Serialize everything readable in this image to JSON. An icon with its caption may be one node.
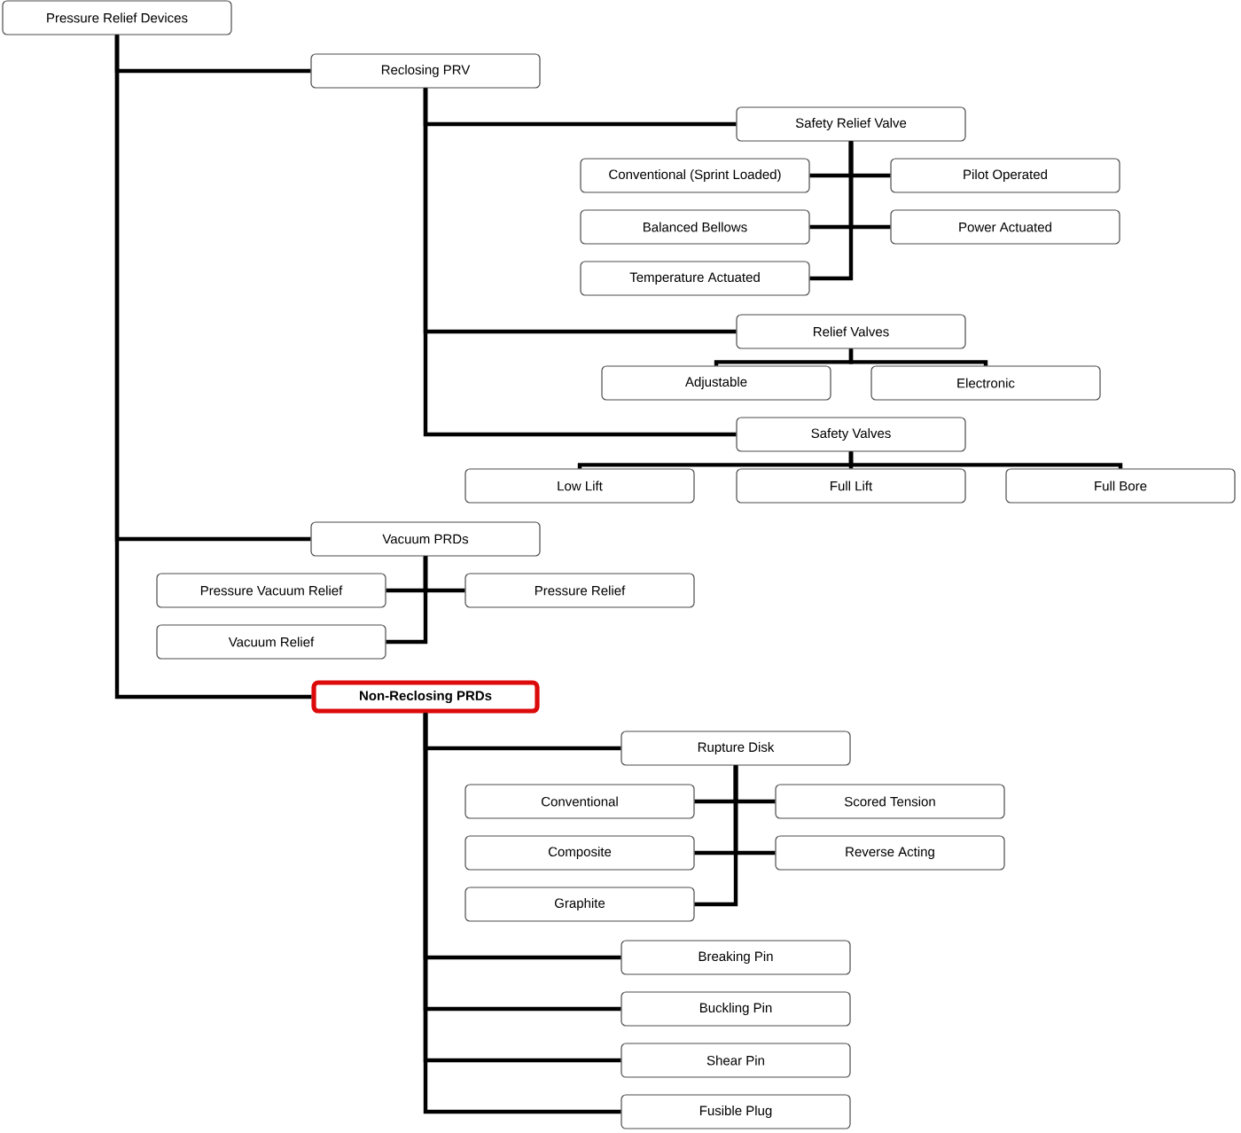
{
  "diagram": {
    "nodes": [
      {
        "text": [
          "Pressure Relief Devices"
        ]
      },
      {
        "text": [
          "Reclosing PRV"
        ]
      },
      {
        "text": [
          "Safety Relief Valve"
        ]
      },
      {
        "text": [
          "Conventional (Sprint Loaded)"
        ]
      },
      {
        "text": [
          "Pilot Operated"
        ]
      },
      {
        "text": [
          "Balanced Bellows"
        ]
      },
      {
        "text": [
          "Power Actuated"
        ]
      },
      {
        "text": [
          "Temperature Actuated"
        ]
      },
      {
        "text": [
          "Relief Valves"
        ]
      },
      {
        "text": [
          "Adjustable"
        ]
      },
      {
        "text": [
          "Electronic"
        ]
      },
      {
        "text": [
          "Safety Valves"
        ]
      },
      {
        "text": [
          "Low Lift"
        ]
      },
      {
        "text": [
          "Full Lift"
        ]
      },
      {
        "text": [
          "Full Bore"
        ]
      },
      {
        "text": [
          "Vacuum PRDs"
        ]
      },
      {
        "text": [
          "Pressure Vacuum Relief"
        ]
      },
      {
        "text": [
          "Pressure Relief"
        ]
      },
      {
        "text": [
          "Vacuum Relief"
        ]
      },
      {
        "text": [
          "Non-Reclosing PRDs"
        ]
      },
      {
        "text": [
          "Rupture Disk"
        ]
      },
      {
        "text": [
          "Conventional"
        ]
      },
      {
        "text": [
          "Scored Tension"
        ]
      },
      {
        "text": [
          "Composite"
        ]
      },
      {
        "text": [
          "Reverse Acting"
        ]
      },
      {
        "text": [
          "Graphite"
        ]
      },
      {
        "text": [
          "Breaking Pin"
        ]
      },
      {
        "text": [
          "Buckling Pin"
        ]
      },
      {
        "text": [
          "Shear Pin"
        ]
      },
      {
        "text": [
          "Fusible Plug"
        ]
      }
    ],
    "edges": [
      {
        "from": 0,
        "to": 1,
        "arrow": "none"
      },
      {
        "from": 0,
        "to": 15,
        "arrow": "none"
      },
      {
        "from": 0,
        "to": 19,
        "arrow": "none"
      },
      {
        "from": 1,
        "to": 2,
        "arrow": "none"
      },
      {
        "from": 1,
        "to": 8,
        "arrow": "none"
      },
      {
        "from": 1,
        "to": 11,
        "arrow": "none"
      },
      {
        "from": 2,
        "to": 3,
        "arrow": "none"
      },
      {
        "from": 2,
        "to": 4,
        "arrow": "none"
      },
      {
        "from": 2,
        "to": 5,
        "arrow": "none"
      },
      {
        "from": 2,
        "to": 6,
        "arrow": "none"
      },
      {
        "from": 2,
        "to": 7,
        "arrow": "none"
      },
      {
        "from": 8,
        "to": 9,
        "arrow": "none"
      },
      {
        "from": 8,
        "to": 10,
        "arrow": "none"
      },
      {
        "from": 11,
        "to": 12,
        "arrow": "none"
      },
      {
        "from": 11,
        "to": 13,
        "arrow": "none"
      },
      {
        "from": 11,
        "to": 14,
        "arrow": "none"
      },
      {
        "from": 15,
        "to": 16,
        "arrow": "none"
      },
      {
        "from": 15,
        "to": 17,
        "arrow": "none"
      },
      {
        "from": 15,
        "to": 18,
        "arrow": "none"
      },
      {
        "from": 19,
        "to": 20,
        "arrow": "none"
      },
      {
        "from": 19,
        "to": 26,
        "arrow": "none"
      },
      {
        "from": 19,
        "to": 27,
        "arrow": "none"
      },
      {
        "from": 19,
        "to": 28,
        "arrow": "none"
      },
      {
        "from": 19,
        "to": 29,
        "arrow": "none"
      },
      {
        "from": 20,
        "to": 21,
        "arrow": "none"
      },
      {
        "from": 20,
        "to": 22,
        "arrow": "none"
      },
      {
        "from": 20,
        "to": 23,
        "arrow": "none"
      },
      {
        "from": 20,
        "to": 24,
        "arrow": "none"
      },
      {
        "from": 20,
        "to": 25,
        "arrow": "none"
      }
    ]
  }
}
